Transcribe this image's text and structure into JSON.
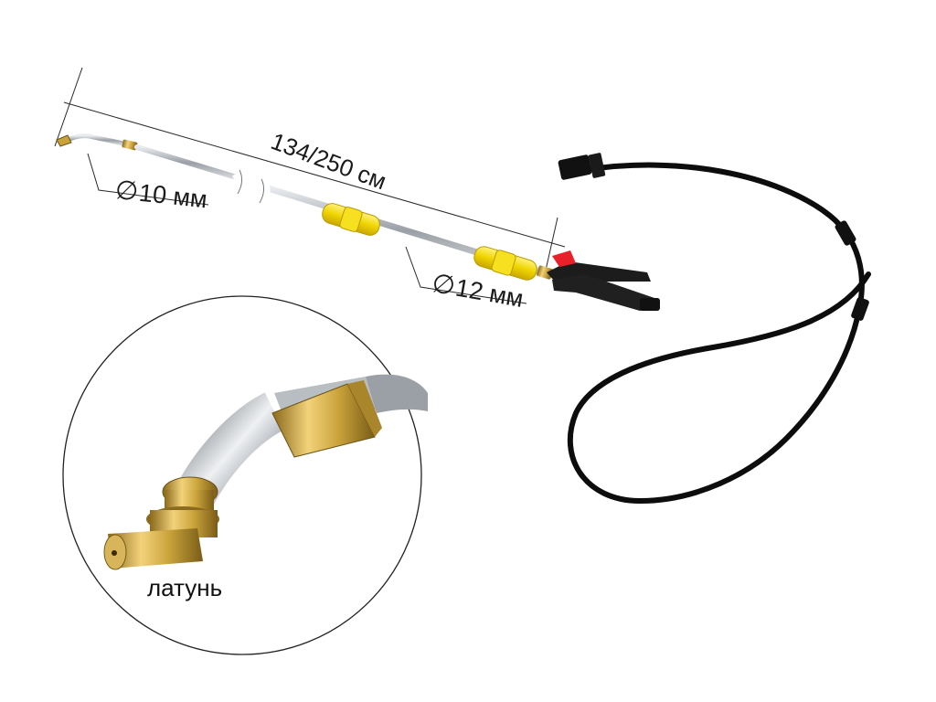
{
  "dimensions": {
    "length": "134/250 см",
    "diameter_tip_symbol": "∅",
    "diameter_tip": "10 мм",
    "diameter_base_symbol": "∅",
    "diameter_base": "12 мм"
  },
  "detail": {
    "material_label": "латунь"
  },
  "colors": {
    "rod": "#b8bcc0",
    "handle_grip": "#f0d800",
    "trigger": "#1c1c1c",
    "trigger_tab": "#e8202a",
    "brass": "#c9a23a",
    "hose": "#0d0d0d"
  },
  "icons": {
    "diameter": "diameter-symbol"
  }
}
